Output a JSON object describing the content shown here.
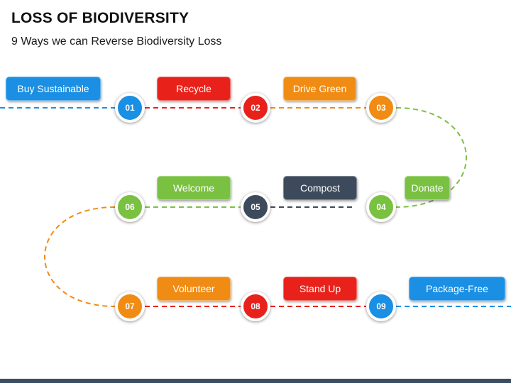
{
  "header": {
    "title": "LOSS OF BIODIVERSITY",
    "subtitle": "9 Ways we can Reverse Biodiversity Loss"
  },
  "steps": [
    {
      "number": "01",
      "label": "Buy Sustainable",
      "color": "#1a8fe3"
    },
    {
      "number": "02",
      "label": "Recycle",
      "color": "#e8221b"
    },
    {
      "number": "03",
      "label": "Drive Green",
      "color": "#f08c14"
    },
    {
      "number": "04",
      "label": "Donate",
      "color": "#7ac142"
    },
    {
      "number": "05",
      "label": "Compost",
      "color": "#3d4a5c"
    },
    {
      "number": "06",
      "label": "Welcome",
      "color": "#7ac142"
    },
    {
      "number": "07",
      "label": "Volunteer",
      "color": "#f08c14"
    },
    {
      "number": "08",
      "label": "Stand Up",
      "color": "#e8221b"
    },
    {
      "number": "09",
      "label": "Package-Free",
      "color": "#1a8fe3"
    }
  ]
}
